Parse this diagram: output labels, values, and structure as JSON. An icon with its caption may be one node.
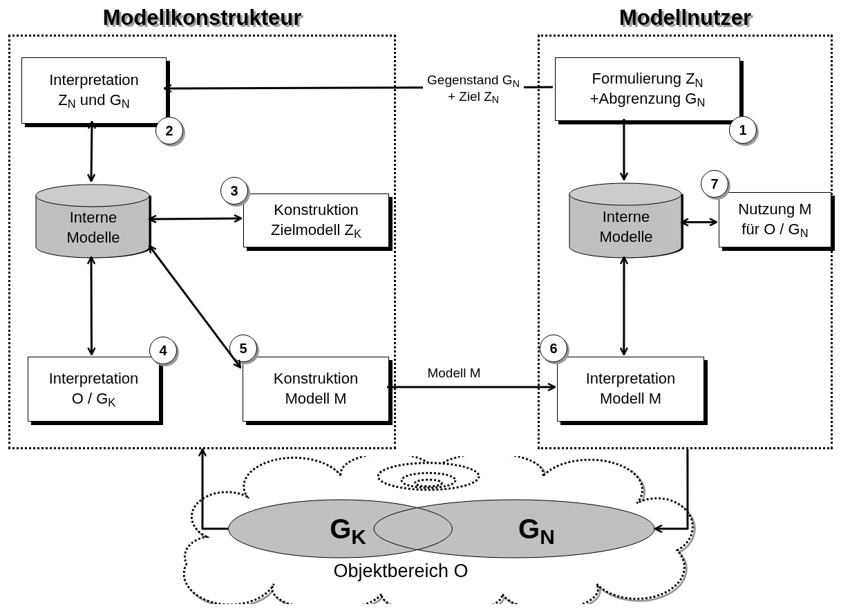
{
  "diagram": {
    "nodes": [
      {
        "text": [
          "Modellkonstrukteur"
        ]
      },
      {
        "text": [
          "Interpretation Z$_{N}$ und G$_{N}$"
        ],
        "in": 0,
        "beside": [
          "2"
        ]
      },
      {
        "text": [
          "Interne Modelle"
        ],
        "in": 0
      },
      {
        "text": [
          "Konstruktion Zielmodell Z$_{K}$"
        ],
        "in": 0,
        "beside": [
          "3"
        ]
      },
      {
        "text": [
          "Interpretation O / G$_{K}$"
        ],
        "in": 0,
        "beside": [
          "4"
        ]
      },
      {
        "text": [
          "Konstruktion Modell M"
        ],
        "in": 0,
        "beside": [
          "5"
        ]
      },
      {
        "text": [
          "Modellnutzer"
        ]
      },
      {
        "text": [
          "Formulierung Z$_{N}$ +Abgrenzung G$_{N}$"
        ],
        "in": 6,
        "beside": [
          "1"
        ]
      },
      {
        "text": [
          "Interne Modelle"
        ],
        "in": 6
      },
      {
        "text": [
          "Nutzung M für O / G$_{N}$"
        ],
        "in": 6,
        "beside": [
          "7"
        ]
      },
      {
        "text": [
          "Interpretation Modell M"
        ],
        "in": 6,
        "beside": [
          "6"
        ]
      },
      {
        "text": [
          "Objektbereich O"
        ]
      },
      {
        "text": [
          "G$_{K}$"
        ],
        "in": 11
      },
      {
        "text": [
          "G$_{N}$"
        ],
        "in": 11
      }
    ],
    "edges": [
      {
        "from": 7,
        "to": 1,
        "arrow": "to",
        "label": "Gegenstand G$_{N}$ + Ziel Z$_{N}$"
      },
      {
        "from": 1,
        "to": 2,
        "arrow": "both"
      },
      {
        "from": 2,
        "to": 3,
        "arrow": "both"
      },
      {
        "from": 2,
        "to": 4,
        "arrow": "both"
      },
      {
        "from": 2,
        "to": 5,
        "arrow": "both"
      },
      {
        "from": 5,
        "to": 10,
        "arrow": "to",
        "label": "Modell M"
      },
      {
        "from": 7,
        "to": 8,
        "arrow": "to"
      },
      {
        "from": 8,
        "to": 9,
        "arrow": "both"
      },
      {
        "from": 8,
        "to": 10,
        "arrow": "both"
      },
      {
        "from": 12,
        "to": 0,
        "arrow": "to"
      },
      {
        "from": 6,
        "to": 13,
        "arrow": "to"
      }
    ]
  }
}
